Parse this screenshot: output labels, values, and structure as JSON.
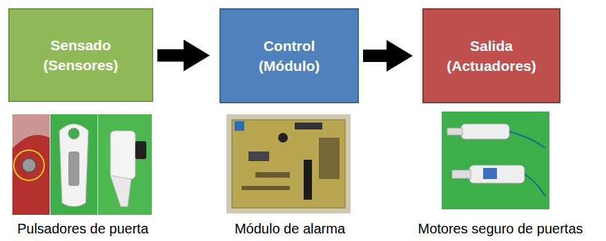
{
  "diagram": {
    "nodes": [
      {
        "text": [
          "Sensado (Sensores)"
        ]
      },
      {
        "text": [
          "Control (Módulo)"
        ]
      },
      {
        "text": [
          "Salida (Actuadores)"
        ]
      }
    ],
    "edges": [
      {
        "from": 0,
        "to": 1,
        "arrow": "to"
      },
      {
        "from": 1,
        "to": 2,
        "arrow": "to"
      }
    ],
    "labels": [
      "Pulsadores de puerta",
      "Módulo de alarma",
      "Motores seguro de puertas"
    ]
  }
}
